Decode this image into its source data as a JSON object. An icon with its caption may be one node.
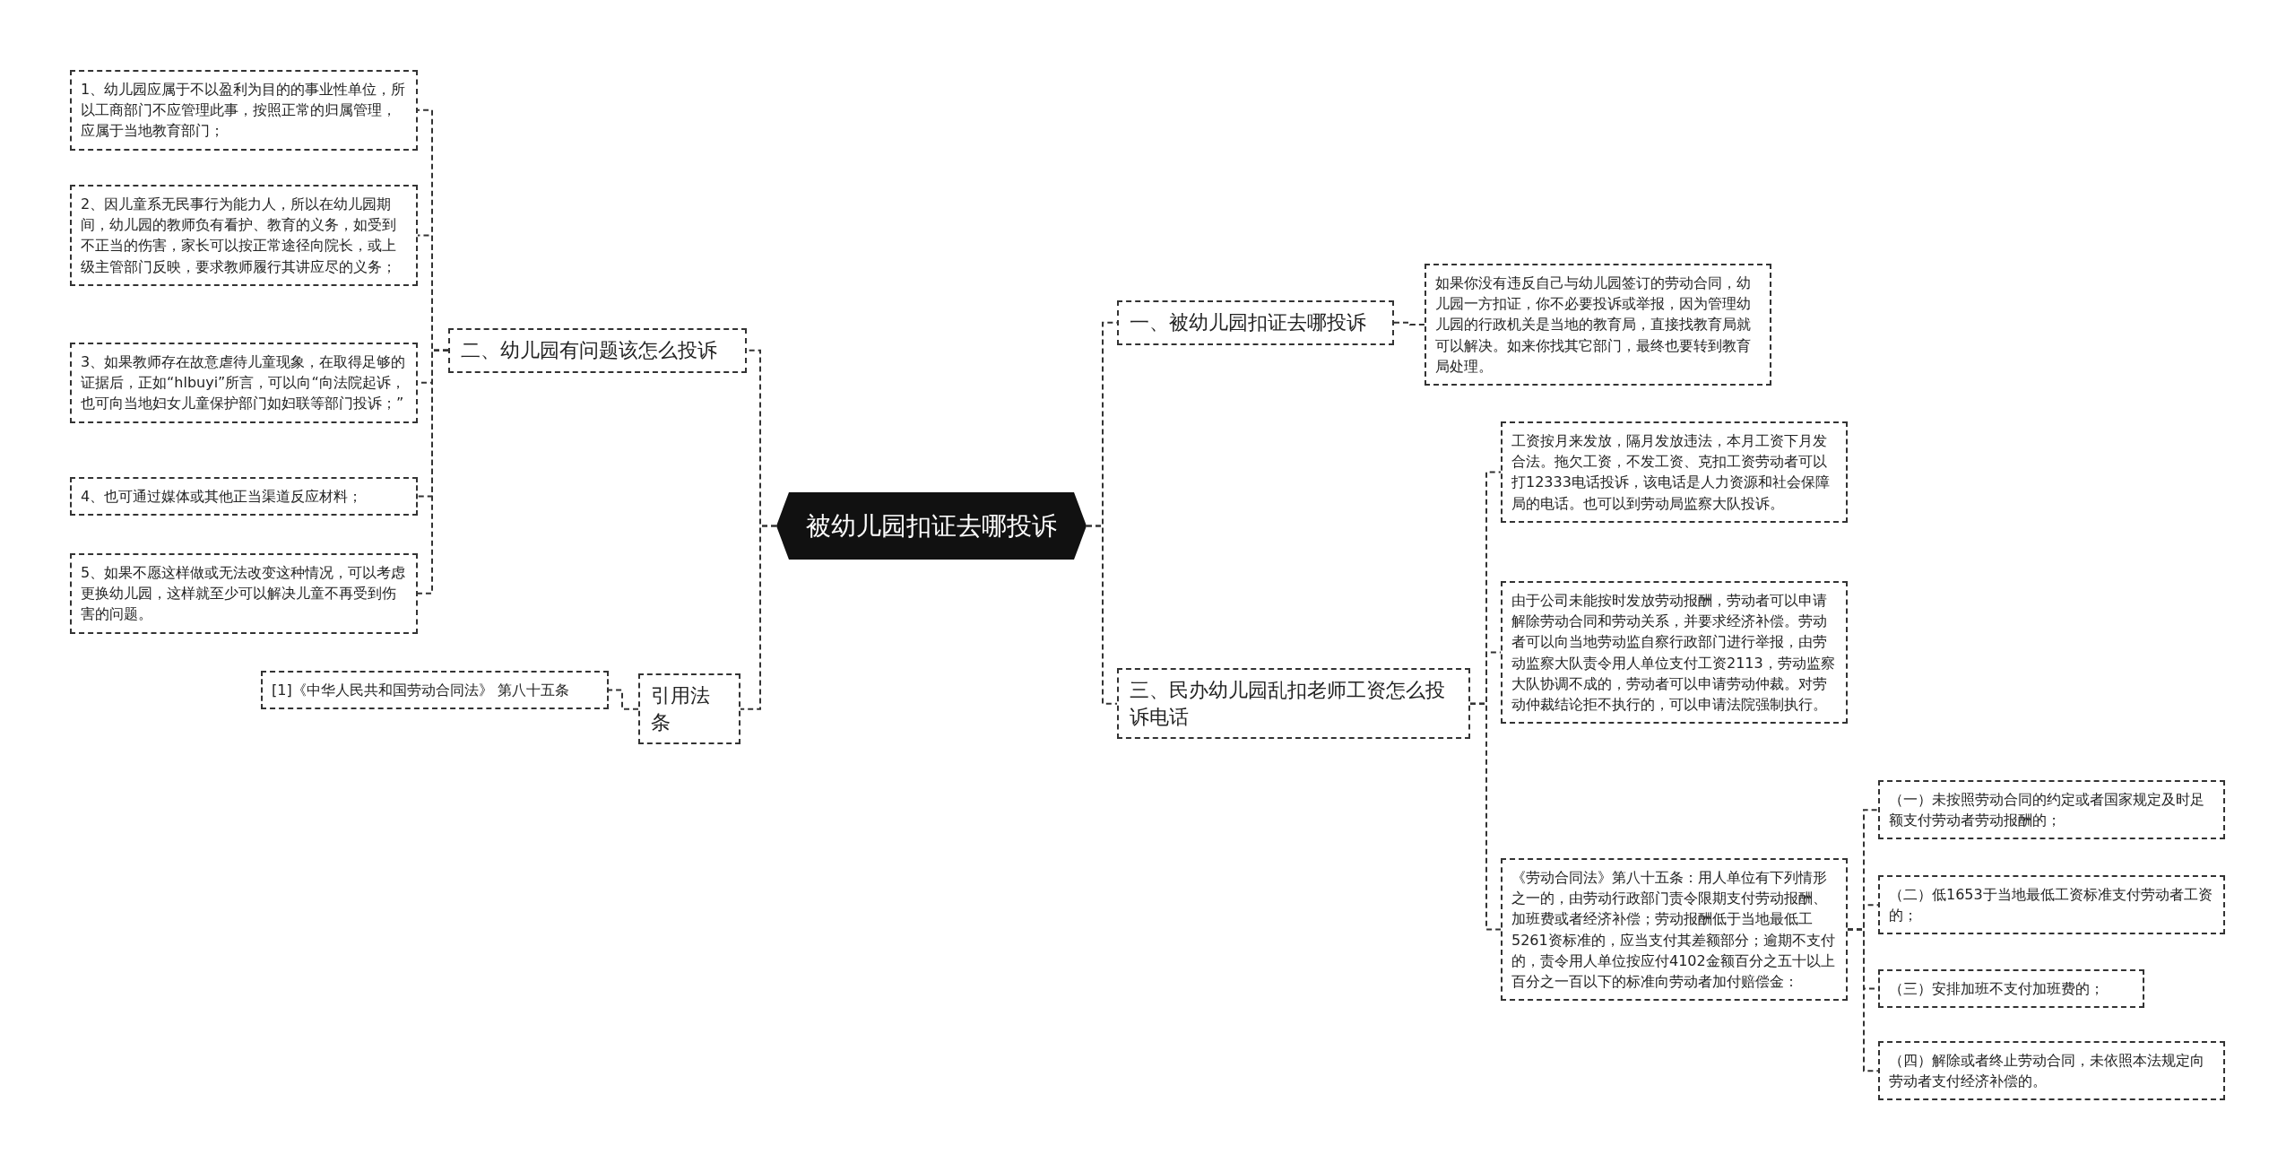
{
  "diagram": {
    "nodes": [
      {
        "text": [
          "被幼儿园扣证去哪投诉"
        ]
      },
      {
        "text": [
          "二、幼儿园有问题该怎么投诉"
        ]
      },
      {
        "text": [
          "1、幼儿园应属于不以盈利为目的的事业性单位，所以工商部门不应管理此事，按照正常的归属管理，应属于当地教育部门；"
        ]
      },
      {
        "text": [
          "2、因儿童系无民事行为能力人，所以在幼儿园期间，幼儿园的教师负有看护、教育的义务，如受到不正当的伤害，家长可以按正常途径向院长，或上级主管部门反映，要求教师履行其讲应尽的义务；"
        ]
      },
      {
        "text": [
          "3、如果教师存在故意虐待儿童现象，在取得足够的证据后，正如“hlbuyi”所言，可以向“向法院起诉，也可向当地妇女儿童保护部门如妇联等部门投诉；”"
        ]
      },
      {
        "text": [
          "4、也可通过媒体或其他正当渠道反应材料；"
        ]
      },
      {
        "text": [
          "5、如果不愿这样做或无法改变这种情况，可以考虑更换幼儿园，这样就至少可以解决儿童不再受到伤害的问题。"
        ]
      },
      {
        "text": [
          "引用法条"
        ]
      },
      {
        "text": [
          "[1]《中华人民共和国劳动合同法》 第八十五条"
        ]
      },
      {
        "text": [
          "一、被幼儿园扣证去哪投诉"
        ]
      },
      {
        "text": [
          "如果你没有违反自己与幼儿园签订的劳动合同，幼儿园一方扣证，你不必要投诉或举报，因为管理幼儿园的行政机关是当地的教育局，直接找教育局就可以解决。如来你找其它部门，最终也要转到教育局处理。"
        ]
      },
      {
        "text": [
          "三、民办幼儿园乱扣老师工资怎么投诉电话"
        ]
      },
      {
        "text": [
          "工资按月来发放，隔月发放违法，本月工资下月发合法。拖欠工资，不发工资、克扣工资劳动者可以打12333电话投诉，该电话是人力资源和社会保障局的电话。也可以到劳动局监察大队投诉。"
        ]
      },
      {
        "text": [
          "由于公司未能按时发放劳动报酬，劳动者可以申请解除劳动合同和劳动关系，并要求经济补偿。劳动者可以向当地劳动监自察行政部门进行举报，由劳动监察大队责令用人单位支付工资2113，劳动监察大队协调不成的，劳动者可以申请劳动仲裁。对劳动仲裁结论拒不执行的，可以申请法院强制执行。"
        ]
      },
      {
        "text": [
          "《劳动合同法》第八十五条：用人单位有下列情形之一的，由劳动行政部门责令限期支付劳动报酬、加班费或者经济补偿；劳动报酬低于当地最低工5261资标准的，应当支付其差额部分；逾期不支付的，责令用人单位按应付4102金额百分之五十以上百分之一百以下的标准向劳动者加付赔偿金："
        ]
      },
      {
        "text": [
          "（一）未按照劳动合同的约定或者国家规定及时足额支付劳动者劳动报酬的；"
        ]
      },
      {
        "text": [
          "（二）低1653于当地最低工资标准支付劳动者工资的；"
        ]
      },
      {
        "text": [
          "（三）安排加班不支付加班费的；"
        ]
      },
      {
        "text": [
          "（四）解除或者终止劳动合同，未依照本法规定向劳动者支付经济补偿的。"
        ]
      }
    ],
    "edges": [
      {
        "from": 0,
        "to": 1,
        "arrow": "none"
      },
      {
        "from": 1,
        "to": 2,
        "arrow": "none"
      },
      {
        "from": 1,
        "to": 3,
        "arrow": "none"
      },
      {
        "from": 1,
        "to": 4,
        "arrow": "none"
      },
      {
        "from": 1,
        "to": 5,
        "arrow": "none"
      },
      {
        "from": 1,
        "to": 6,
        "arrow": "none"
      },
      {
        "from": 0,
        "to": 7,
        "arrow": "none"
      },
      {
        "from": 7,
        "to": 8,
        "arrow": "none"
      },
      {
        "from": 0,
        "to": 9,
        "arrow": "none"
      },
      {
        "from": 9,
        "to": 10,
        "arrow": "none"
      },
      {
        "from": 0,
        "to": 11,
        "arrow": "none"
      },
      {
        "from": 11,
        "to": 12,
        "arrow": "none"
      },
      {
        "from": 11,
        "to": 13,
        "arrow": "none"
      },
      {
        "from": 11,
        "to": 14,
        "arrow": "none"
      },
      {
        "from": 14,
        "to": 15,
        "arrow": "none"
      },
      {
        "from": 14,
        "to": 16,
        "arrow": "none"
      },
      {
        "from": 14,
        "to": 17,
        "arrow": "none"
      },
      {
        "from": 14,
        "to": 18,
        "arrow": "none"
      }
    ]
  }
}
